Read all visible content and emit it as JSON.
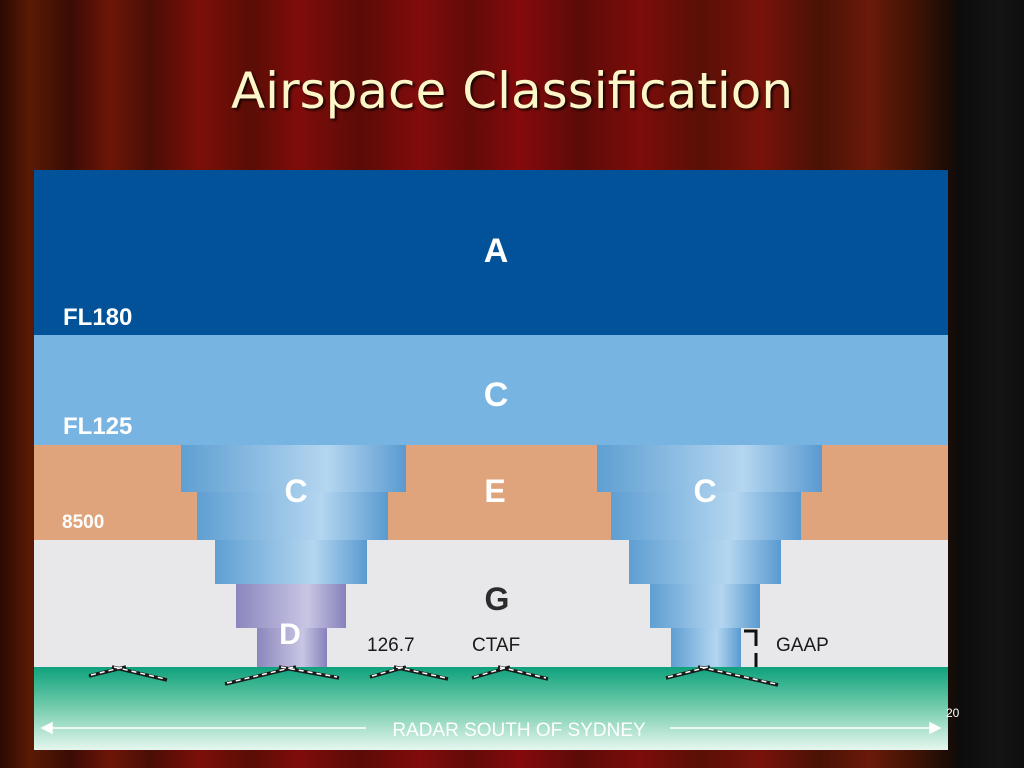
{
  "slide": {
    "title": "Airspace Classification",
    "number": "20"
  },
  "diagram": {
    "classes": {
      "A": "A",
      "C_upper": "C",
      "C_left": "C",
      "E": "E",
      "C_right": "C",
      "G": "G",
      "D": "D"
    },
    "altitudes": {
      "fl180": "FL180",
      "fl125": "FL125",
      "a8500": "8500"
    },
    "ground_labels": {
      "frequency": "126.7",
      "ctaf": "CTAF",
      "gaap": "GAAP"
    },
    "radar_label": "RADAR SOUTH OF SYDNEY",
    "colors": {
      "class_a": "#02529a",
      "class_c": "#78b4e2",
      "class_e": "#e0a47c",
      "class_g": "#e8e8ea",
      "ground": "#17a880"
    }
  }
}
